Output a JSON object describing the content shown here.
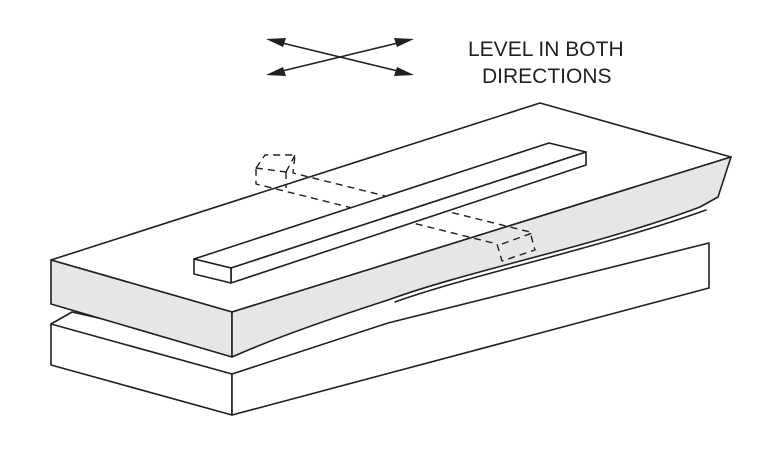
{
  "caption": {
    "line1": "LEVEL IN BOTH",
    "line2": "DIRECTIONS"
  },
  "icons": {
    "direction_indicator": "crossed-double-arrows-icon",
    "level_bar": "straight-edge-bar",
    "rotated_level_bar": "dashed-straight-edge-outline"
  },
  "colors": {
    "line": "#231f20",
    "shaded_face": "#e6e6e7",
    "background": "#ffffff"
  }
}
